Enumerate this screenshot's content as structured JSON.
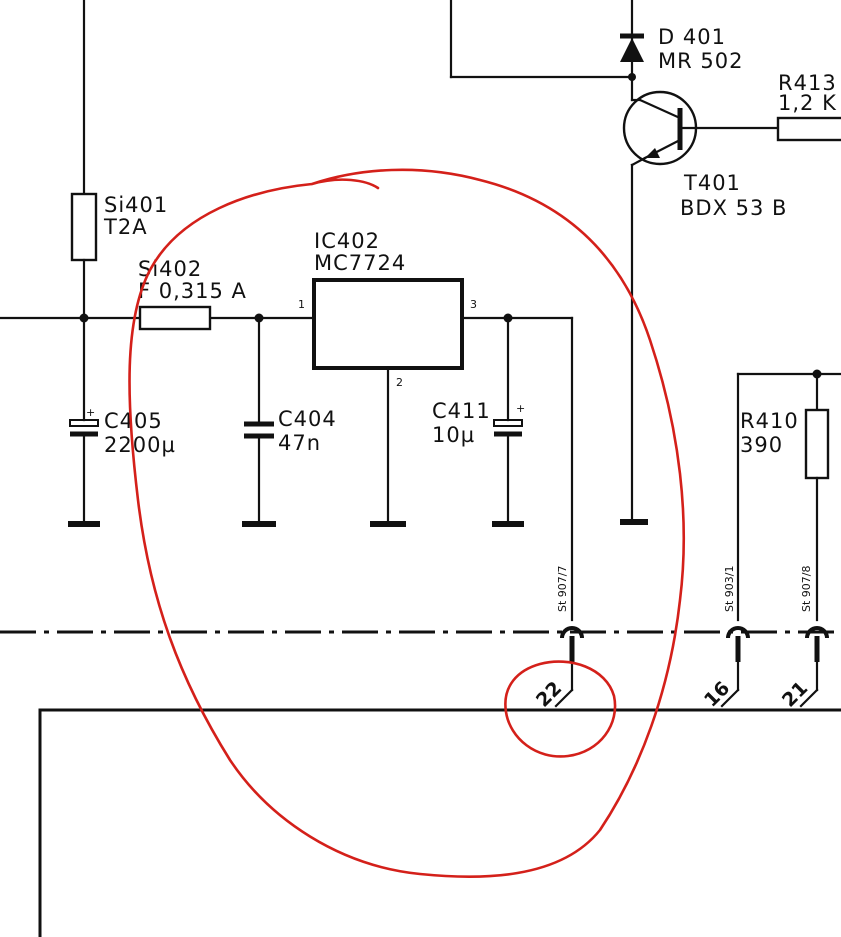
{
  "components": {
    "d401": {
      "ref": "D 401",
      "value": "MR 502"
    },
    "r413": {
      "ref": "R413",
      "value": "1,2 K"
    },
    "t401": {
      "ref": "T401",
      "value": "BDX 53 B"
    },
    "si401": {
      "ref": "Si401",
      "value": "T2A"
    },
    "si402": {
      "ref": "Si402",
      "value": "F 0,315 A"
    },
    "ic402": {
      "ref": "IC402",
      "value": "MC7724",
      "pins": {
        "in": "1",
        "gnd": "2",
        "out": "3"
      }
    },
    "c405": {
      "ref": "C405",
      "value": "2200µ"
    },
    "c404": {
      "ref": "C404",
      "value": "47n"
    },
    "c411": {
      "ref": "C411",
      "value": "10µ"
    },
    "r410": {
      "ref": "R410",
      "value": "390"
    }
  },
  "connectors": [
    {
      "ref": "St 907/7",
      "pin": "22"
    },
    {
      "ref": "St 903/1",
      "pin": "16"
    },
    {
      "ref": "St 907/8",
      "pin": "21"
    }
  ],
  "colors": {
    "ink": "#111111",
    "annotation": "#d4201a",
    "paper": "#ffffff"
  }
}
